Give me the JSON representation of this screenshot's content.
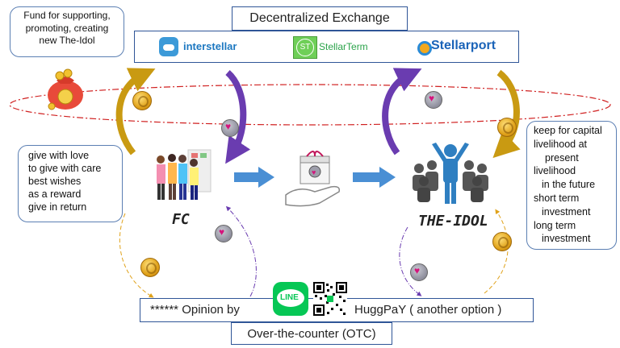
{
  "exchange": {
    "title": "Decentralized Exchange",
    "brands": [
      "interstellar",
      "StellarTerm",
      "Stellarport"
    ],
    "stellarterm_badge": "ST"
  },
  "fund_note": [
    "Fund for supporting,",
    "promoting, creating",
    "new The-Idol"
  ],
  "fc_note": [
    "give with love",
    "to give with care",
    "best wishes",
    "as a reward",
    "give in return"
  ],
  "idol_note": [
    "keep for capital",
    "livelihood at",
    "present",
    "livelihood",
    "in the future",
    "short term",
    "investment",
    "long term",
    "investment"
  ],
  "labels": {
    "fc": "FC",
    "idol": "THE-IDOL"
  },
  "otc": {
    "opinion_prefix": "****** Opinion by",
    "line_logo": "LINE",
    "huggpay": "HuggPaY ( another option )",
    "title": "Over-the-counter (OTC)"
  },
  "icons": [
    "money-bag",
    "people-group",
    "gift-in-hand",
    "idol-crowd",
    "gold-coin",
    "heart-token",
    "qr-code"
  ],
  "colors": {
    "box_border": "#2f5597",
    "arrow_blue": "#4a8fd4",
    "arrow_gold": "#c99a12",
    "arrow_purple": "#6a3cb0",
    "line_green": "#06c755",
    "ring_red": "#d02020"
  }
}
